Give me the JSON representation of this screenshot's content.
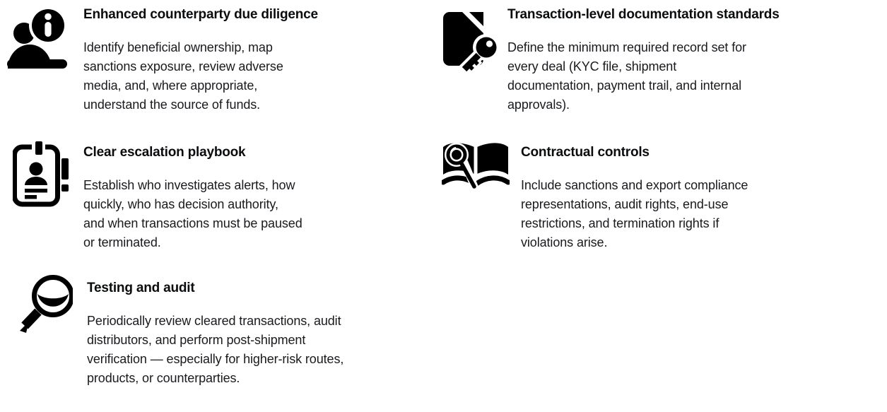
{
  "page": {
    "background_color": "#ffffff",
    "text_color": "#17181b",
    "icon_color": "#000000"
  },
  "features": [
    {
      "icon": "person-info-icon",
      "title": "Enhanced counterparty due diligence",
      "body": "Identify beneficial ownership, map\nsanctions exposure, review adverse\nmedia, and, where appropriate,\nunderstand the source of funds."
    },
    {
      "icon": "file-key-icon",
      "title": "Transaction-level documentation standards",
      "body": "Define the minimum required record set for\nevery deal (KYC file, shipment\ndocumentation, payment trail, and internal\napprovals)."
    },
    {
      "icon": "id-badge-alert-icon",
      "title": "Clear escalation playbook",
      "body": "Establish who investigates alerts, how\nquickly, who has decision authority,\nand when transactions must be paused\nor terminated."
    },
    {
      "icon": "book-search-icon",
      "title": "Contractual controls",
      "body": "Include sanctions and export compliance\nrepresentations, audit rights, end-use\nrestrictions, and termination rights if\nviolations arise."
    },
    {
      "icon": "search-icon",
      "title": "Testing and audit",
      "body": "Periodically review cleared transactions, audit\ndistributors, and perform post-shipment\nverification — especially for higher-risk routes,\nproducts, or counterparties."
    }
  ]
}
